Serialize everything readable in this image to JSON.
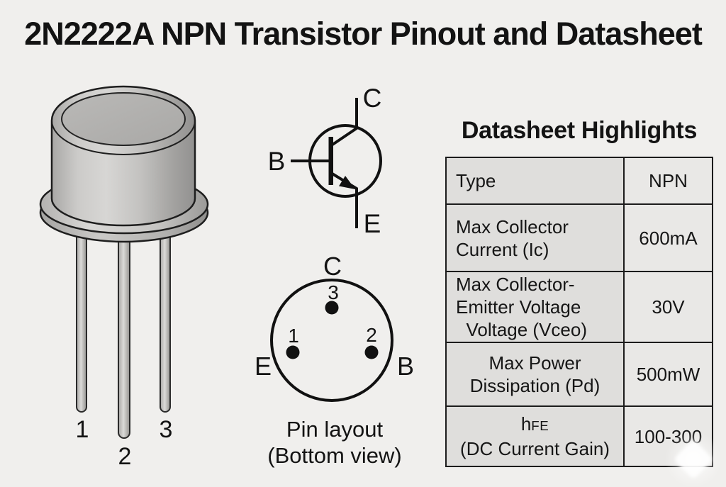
{
  "title": "2N2222A NPN Transistor Pinout and Datasheet",
  "photo": {
    "description": "TO-18 metal can transistor with three leads",
    "pin_labels": [
      "1",
      "2",
      "3"
    ]
  },
  "symbol": {
    "collector_label": "C",
    "base_label": "B",
    "emitter_label": "E"
  },
  "pin_layout": {
    "top_letter": "C",
    "left_letter": "E",
    "right_letter": "B",
    "pin1": "1",
    "pin2": "2",
    "pin3": "3",
    "caption_line1": "Pin layout",
    "caption_line2": "(Bottom view)"
  },
  "datasheet": {
    "heading": "Datasheet Highlights",
    "rows": [
      {
        "label": "Type",
        "value": "NPN"
      },
      {
        "label": "Max Collector\nCurrent (Ic)",
        "value": "600mA"
      },
      {
        "label": "Max Collector-\nEmitter Voltage\n  Voltage (Vceo)",
        "value": "30V"
      },
      {
        "label": "Max Power\nDissipation (Pd)",
        "value": "500mW"
      },
      {
        "label_main": "h",
        "label_sub": "FE",
        "label_line2": "(DC Current Gain)",
        "value": "100-300"
      }
    ]
  },
  "colors": {
    "background": "#f0efed",
    "ink": "#1c1c1c",
    "table_label_bg": "#dfdedc",
    "table_value_bg": "#e9e8e6",
    "metal_light": "#d7d6d4",
    "metal_dark": "#989795"
  }
}
